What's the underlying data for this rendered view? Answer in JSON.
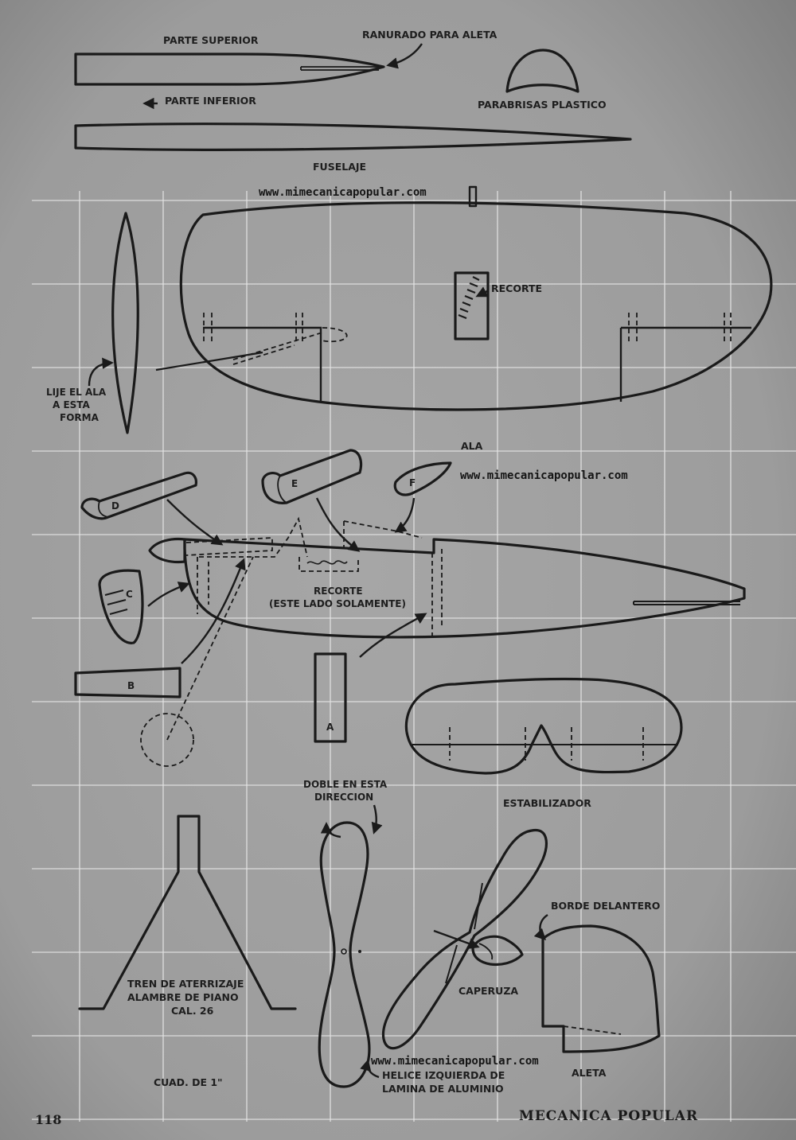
{
  "labels": {
    "parte_superior": "PARTE SUPERIOR",
    "ranurado": "RANURADO PARA ALETA",
    "parte_inferior": "PARTE INFERIOR",
    "parabrisas": "PARABRISAS PLASTICO",
    "fuselaje": "FUSELAJE",
    "recorte": "RECORTE",
    "lije_1": "LIJE EL ALA",
    "lije_2": "A ESTA",
    "lije_3": "FORMA",
    "ala": "ALA",
    "part_d": "D",
    "part_e": "E",
    "part_f": "F",
    "part_c": "C",
    "part_b": "B",
    "part_a": "A",
    "recorte_lado_1": "RECORTE",
    "recorte_lado_2": "(ESTE LADO SOLAMENTE)",
    "estabilizador": "ESTABILIZADOR",
    "doble_1": "DOBLE EN ESTA",
    "doble_2": "DIRECCION",
    "borde": "BORDE DELANTERO",
    "tren_1": "TREN DE ATERRIZAJE",
    "tren_2": "ALAMBRE DE PIANO",
    "tren_3": "CAL. 26",
    "caperuza": "CAPERUZA",
    "helice_1": "HELICE IZQUIERDA DE",
    "helice_2": "LAMINA DE ALUMINIO",
    "cuad": "CUAD. DE 1\"",
    "aleta": "ALETA"
  },
  "watermarks": {
    "wm1": "www.mimecanicapopular.com",
    "wm2": "www.mimecanicapopular.com",
    "wm3": "www.mimecanicapopular.com"
  },
  "footer": {
    "page_number": "118",
    "magazine": "MECANICA POPULAR"
  },
  "colors": {
    "paper": "#9a9a9a",
    "ink": "#1a1a1a",
    "grid": "#e4e4e4"
  }
}
